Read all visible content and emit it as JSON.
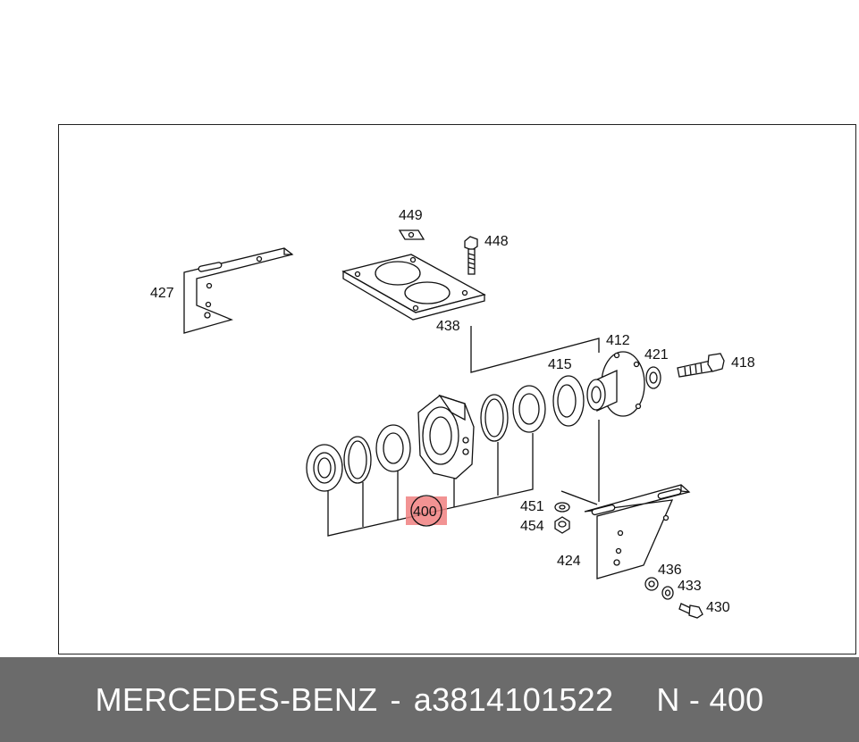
{
  "labels": {
    "l449": "449",
    "l448": "448",
    "l427": "427",
    "l438": "438",
    "l412": "412",
    "l421": "421",
    "l418": "418",
    "l415": "415",
    "l400": "400",
    "l451": "451",
    "l454": "454",
    "l424": "424",
    "l436": "436",
    "l433": "433",
    "l430": "430"
  },
  "footer": {
    "brand": "MERCEDES-BENZ",
    "separator": "-",
    "part_number": "a3814101522",
    "position": "N - 400"
  },
  "colors": {
    "highlight": "#f08080",
    "footer_bg": "#6b6b6b",
    "line": "#111111"
  }
}
